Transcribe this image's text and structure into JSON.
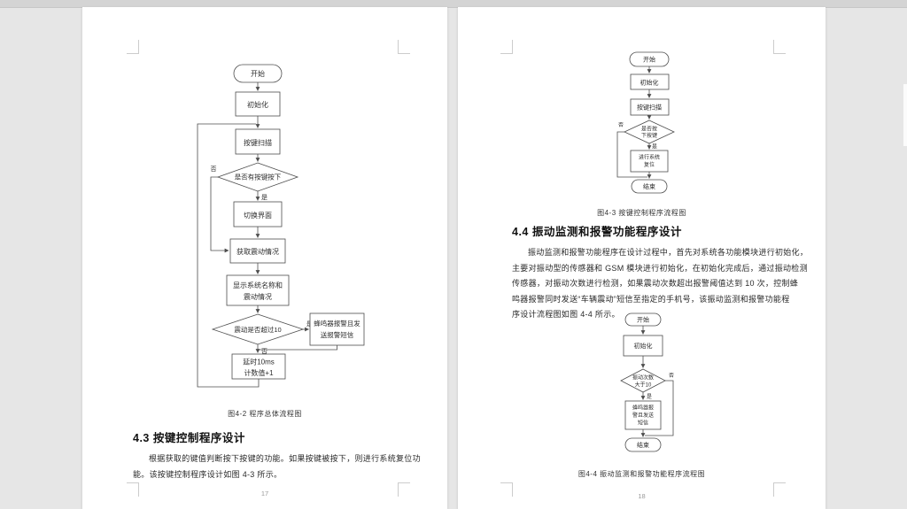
{
  "colors": {
    "canvas_bg": "#e6e6e6",
    "topbar": "#d4d4d4",
    "page_bg": "#ffffff",
    "flowchart_line": "#4d4d4d"
  },
  "left_page": {
    "flowchart": {
      "start": "开始",
      "init": "初始化",
      "scan": "按键扫描",
      "decision_key": "是否有按键按下",
      "no": "否",
      "yes": "是",
      "switch_ui": "切换界面",
      "get_vibration": "获取震动情况",
      "display_line1": "显示系统名称和",
      "display_line2": "震动情况",
      "decision_vibration": "震动是否超过10",
      "alarm_line1": "蜂鸣器报警且发",
      "alarm_line2": "送报警短信",
      "delay_line1": "延时10ms",
      "delay_line2": "计数值+1"
    },
    "figure_caption": "图4-2  程序总体流程图",
    "section_heading": "4.3  按键控制程序设计",
    "paragraph_line1": "根据获取的键值判断按下按键的功能。如果按键被按下，则进行系统复位功",
    "paragraph_line2": "能。该按键控制程序设计如图 4-3 所示。",
    "page_number": "17"
  },
  "right_page": {
    "flowchart_key": {
      "start": "开始",
      "init": "初始化",
      "scan": "按键扫描",
      "decision_line1": "是否按",
      "decision_line2": "下按键",
      "no": "否",
      "yes": "是",
      "reset_line1": "进行系统",
      "reset_line2": "复位",
      "end": "结束"
    },
    "figure_caption_key": "图4-3  按键控制程序流程图",
    "section_heading": "4.4  振动监测和报警功能程序设计",
    "paragraph_lines": [
      "振动监测和报警功能程序在设计过程中，首先对系统各功能模块进行初始化，",
      "主要对振动型的传感器和 GSM 模块进行初始化，在初始化完成后，通过振动检测",
      "传感器，对振动次数进行检测，如果震动次数超出报警阈值达到 10 次，控制蜂",
      "鸣器报警同时发送“车辆震动”短信至指定的手机号，该振动监测和报警功能程",
      "序设计流程图如图 4-4 所示。"
    ],
    "flowchart_alarm": {
      "start": "开始",
      "init": "初始化",
      "decision_line1": "振动次数",
      "decision_line2": "大于10",
      "no": "否",
      "yes": "是",
      "alarm_line1": "蜂鸣器报",
      "alarm_line2": "警且发送",
      "alarm_line3": "短信",
      "end": "结束"
    },
    "figure_caption_alarm": "图4-4  振动监测和报警功能程序流程图",
    "page_number": "18"
  }
}
